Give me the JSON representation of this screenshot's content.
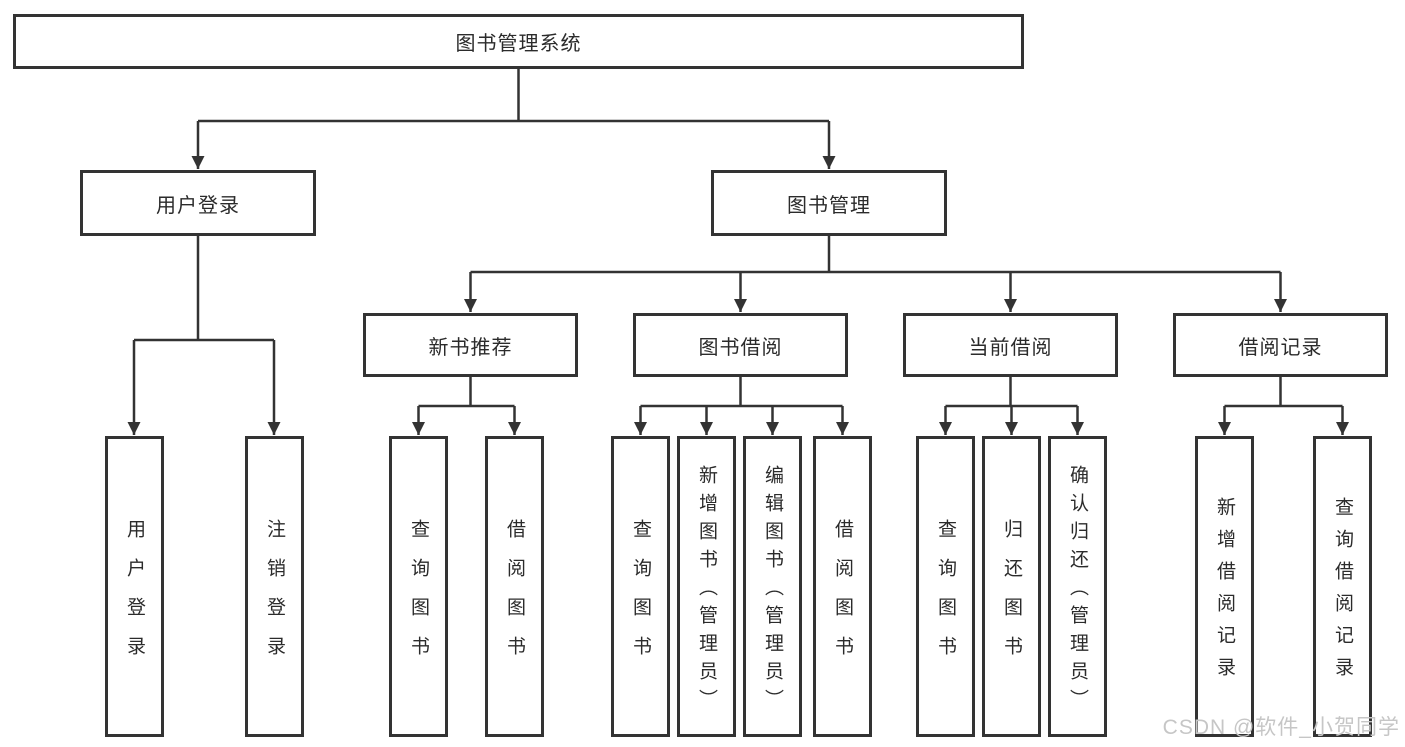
{
  "root": {
    "label": "图书管理系统"
  },
  "level2": [
    {
      "label": "用户登录",
      "children": [
        {
          "label": "用户登录"
        },
        {
          "label": "注销登录"
        }
      ]
    },
    {
      "label": "图书管理",
      "children": [
        {
          "label": "新书推荐",
          "children": [
            {
              "label": "查询图书"
            },
            {
              "label": "借阅图书"
            }
          ]
        },
        {
          "label": "图书借阅",
          "children": [
            {
              "label": "查询图书"
            },
            {
              "label": "新增图书（管理员）"
            },
            {
              "label": "编辑图书（管理员）"
            },
            {
              "label": "借阅图书"
            }
          ]
        },
        {
          "label": "当前借阅",
          "children": [
            {
              "label": "查询图书"
            },
            {
              "label": "归还图书"
            },
            {
              "label": "确认归还（管理员）"
            }
          ]
        },
        {
          "label": "借阅记录",
          "children": [
            {
              "label": "新增借阅记录"
            },
            {
              "label": "查询借阅记录"
            }
          ]
        }
      ]
    }
  ],
  "watermark": {
    "text": "CSDN @软件_小贺同学"
  },
  "colors": {
    "line": "#333333",
    "text": "#2b2b2b",
    "box_background": "#ffffff",
    "watermark": "#c6c6c6"
  }
}
